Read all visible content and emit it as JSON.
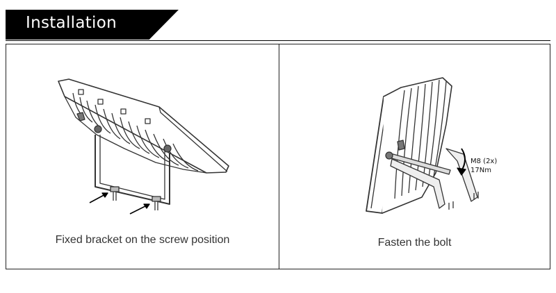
{
  "header": {
    "title": "Installation"
  },
  "steps": [
    {
      "caption": "Fixed bracket on the screw position"
    },
    {
      "caption": "Fasten the bolt",
      "spec_bolt": "M8 (2x)",
      "spec_torque": "17Nm"
    }
  ]
}
